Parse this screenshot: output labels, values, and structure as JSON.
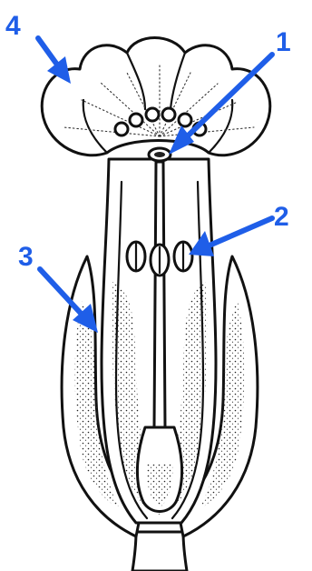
{
  "diagram": {
    "subject": "flower-longitudinal-section",
    "accent_color": "#1f5ee8",
    "ink_color": "#111111",
    "callouts": [
      {
        "id": "c1",
        "label": "1",
        "part": "stigma"
      },
      {
        "id": "c2",
        "label": "2",
        "part": "anthers"
      },
      {
        "id": "c3",
        "label": "3",
        "part": "sepal"
      },
      {
        "id": "c4",
        "label": "4",
        "part": "petal"
      }
    ]
  }
}
